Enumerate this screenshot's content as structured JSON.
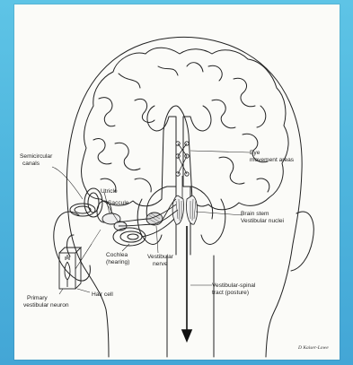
{
  "labels": {
    "semicircular_1": "Semicircular",
    "semicircular_2": "canals",
    "utricle": "Utricle",
    "saccule": "Saccule",
    "eye_1": "Eye",
    "eye_2": "movement areas",
    "brainstem_1": "Brain stem",
    "brainstem_2": "Vestibular nuclei",
    "cochlea_1": "Cochlea",
    "cochlea_2": "(hearing)",
    "vestib_nerve_1": "Vestibular",
    "vestib_nerve_2": "nerve",
    "hair_cell": "Hair cell",
    "primary_1": "Primary",
    "primary_2": "vestibular neuron",
    "tract_1": "Vestibular-spinal",
    "tract_2": "tract (posture)",
    "signature": "D Kaiser-Lowe"
  },
  "colors": {
    "background": "#4fb6de",
    "paper": "#fbfbf8",
    "ink": "#1f1f1f"
  }
}
